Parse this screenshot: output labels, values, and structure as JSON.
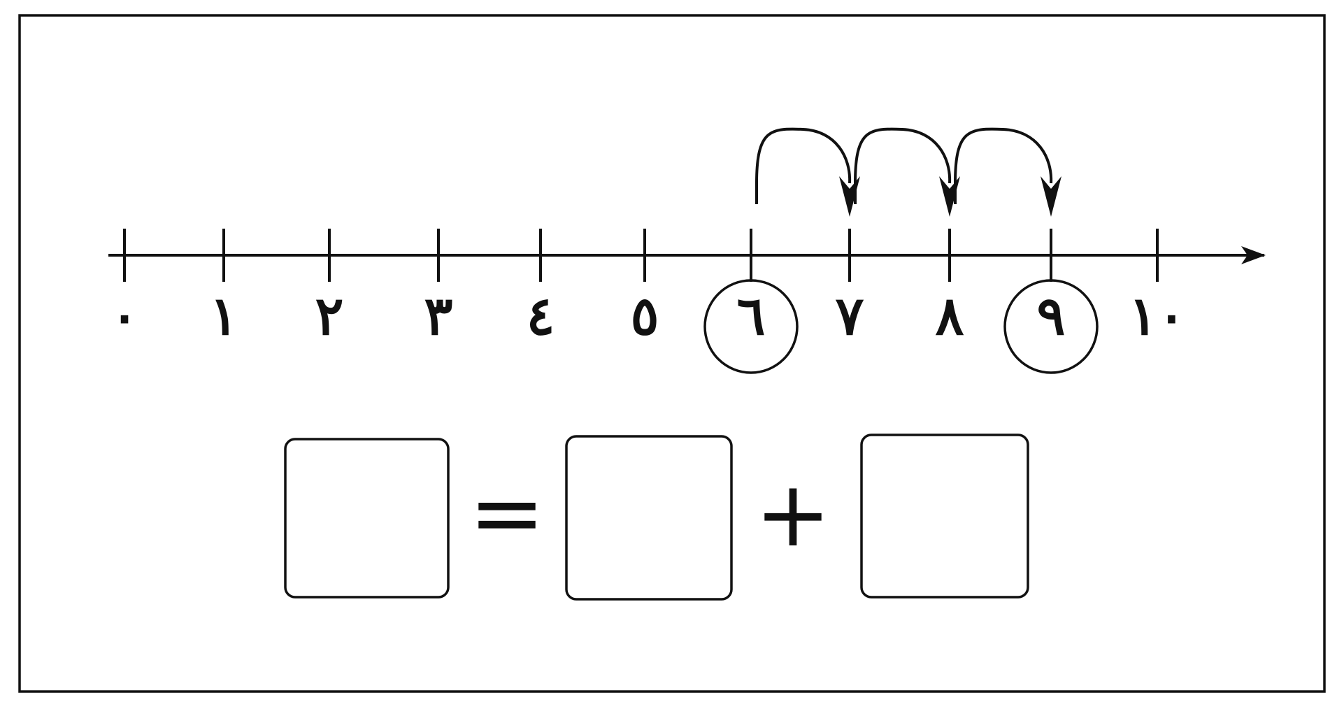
{
  "number_line": {
    "labels": [
      "٠",
      "١",
      "٢",
      "٣",
      "٤",
      "٥",
      "٦",
      "٧",
      "٨",
      "٩",
      "١٠"
    ],
    "circled": [
      "٦",
      "٩"
    ],
    "jumps": [
      {
        "from": "٦",
        "to": "٧"
      },
      {
        "from": "٧",
        "to": "٨"
      },
      {
        "from": "٨",
        "to": "٩"
      }
    ]
  },
  "equation": {
    "equals": "=",
    "plus": "+"
  },
  "colors": {
    "stroke": "#111111",
    "background": "#ffffff"
  }
}
